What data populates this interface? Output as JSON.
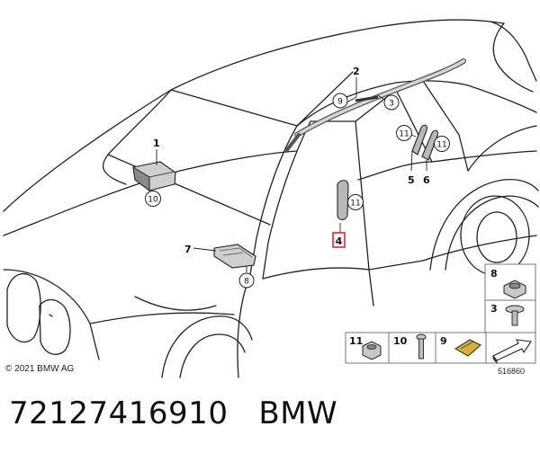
{
  "callouts": {
    "c1": "1",
    "c2": "2",
    "c3": "3",
    "c4": "4",
    "c5": "5",
    "c6": "6",
    "c7": "7",
    "c8": "8",
    "c9": "9",
    "c10": "10",
    "c11": "11"
  },
  "legend": {
    "l8": "8",
    "l3": "3",
    "l11": "11",
    "l10": "10",
    "l9": "9"
  },
  "copyright": "© 2021 BMW AG",
  "diagram_id": "516860",
  "caption": "72127416910   BMW",
  "colors": {
    "highlight": "#e0282e",
    "line": "#222222",
    "part_fill": "#bdbdbd"
  }
}
